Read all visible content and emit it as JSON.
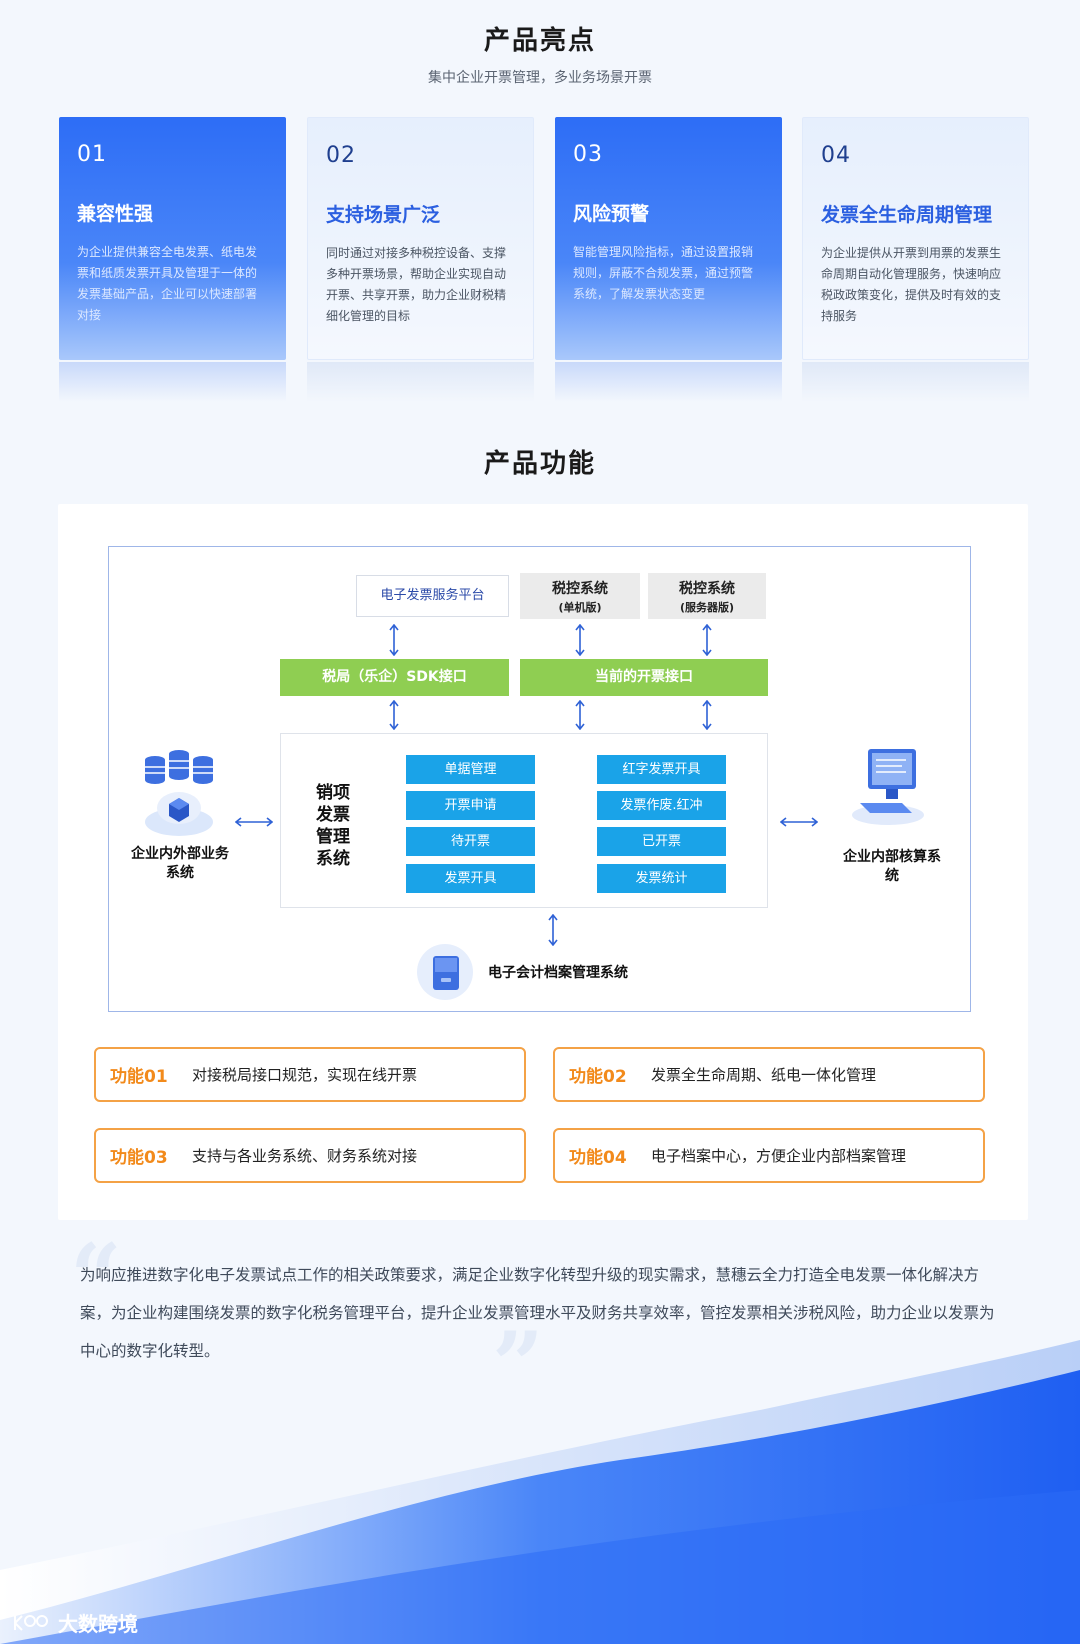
{
  "highlights": {
    "title": "产品亮点",
    "subtitle": "集中企业开票管理，多业务场景开票",
    "cards": [
      {
        "num": "01",
        "title": "兼容性强",
        "desc": "为企业提供兼容全电发票、纸电发票和纸质发票开具及管理于一体的发票基础产品，企业可以快速部署对接"
      },
      {
        "num": "02",
        "title": "支持场景广泛",
        "desc": "同时通过对接多种税控设备、支撑多种开票场景，帮助企业实现自动开票、共享开票，助力企业财税精细化管理的目标"
      },
      {
        "num": "03",
        "title": "风险预警",
        "desc": "智能管理风险指标，通过设置报销规则，屏蔽不合规发票，通过预警系统，了解发票状态变更"
      },
      {
        "num": "04",
        "title": "发票全生命周期管理",
        "desc": "为企业提供从开票到用票的发票生命周期自动化管理服务，快速响应税政政策变化，提供及时有效的支持服务"
      }
    ]
  },
  "functions": {
    "title": "产品功能",
    "diagram": {
      "platform": "电子发票服务平台",
      "tax_single": {
        "name": "税控系统",
        "sub": "(单机版)"
      },
      "tax_server": {
        "name": "税控系统",
        "sub": "(服务器版)"
      },
      "sdk_bar": "税局（乐企）SDK接口",
      "current_bar": "当前的开票接口",
      "mgr_title": "销项发票管理系统",
      "left_buttons": [
        "单据管理",
        "开票申请",
        "待开票",
        "发票开具"
      ],
      "right_buttons": [
        "红字发票开具",
        "发票作废.红冲",
        "已开票",
        "发票统计"
      ],
      "left_system": "企业内外部业务系统",
      "right_system": "企业内部核算系统",
      "archive_system": "电子会计档案管理系统"
    },
    "pills": [
      {
        "tag": "功能01",
        "text": "对接税局接口规范，实现在线开票"
      },
      {
        "tag": "功能02",
        "text": "发票全生命周期、纸电一体化管理"
      },
      {
        "tag": "功能03",
        "text": "支持与各业务系统、财务系统对接"
      },
      {
        "tag": "功能04",
        "text": "电子档案中心，方便企业内部档案管理"
      }
    ]
  },
  "quote": {
    "text": "为响应推进数字化电子发票试点工作的相关政策要求，满足企业数字化转型升级的现实需求，慧穗云全力打造全电发票一体化解决方案，为企业构建围绕发票的数字化税务管理平台，提升企业发票管理水平及财务共享效率，管控发票相关涉税风险，助力企业以发票为中心的数字化转型。"
  },
  "footer": {
    "logo_text": "大数跨境"
  },
  "colors": {
    "primary_blue": "#2d6df6",
    "green_bar": "#8fce52",
    "cyan_button": "#1aa3e8",
    "orange_accent": "#f28a1b"
  }
}
